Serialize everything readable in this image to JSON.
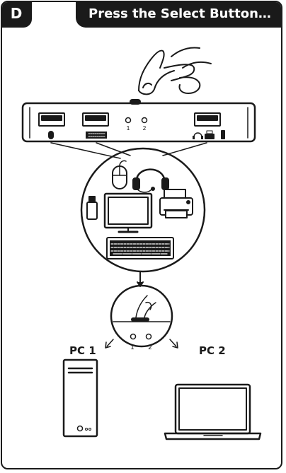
{
  "step": {
    "letter": "D",
    "title": "Press the Select Button…"
  },
  "hub": {
    "port_labels": [
      "1",
      "2"
    ]
  },
  "zoom": {
    "port_labels": [
      "1",
      "2"
    ]
  },
  "computers": {
    "left_label": "PC 1",
    "right_label": "PC 2"
  },
  "colors": {
    "ink": "#1a1a1a",
    "paper": "#ffffff",
    "key": "#555555"
  },
  "icons": [
    "finger-press-icon",
    "mouse-icon",
    "headset-icon",
    "usb-stick-icon",
    "monitor-icon",
    "printer-icon",
    "keyboard-icon",
    "desktop-tower-icon",
    "laptop-icon"
  ]
}
